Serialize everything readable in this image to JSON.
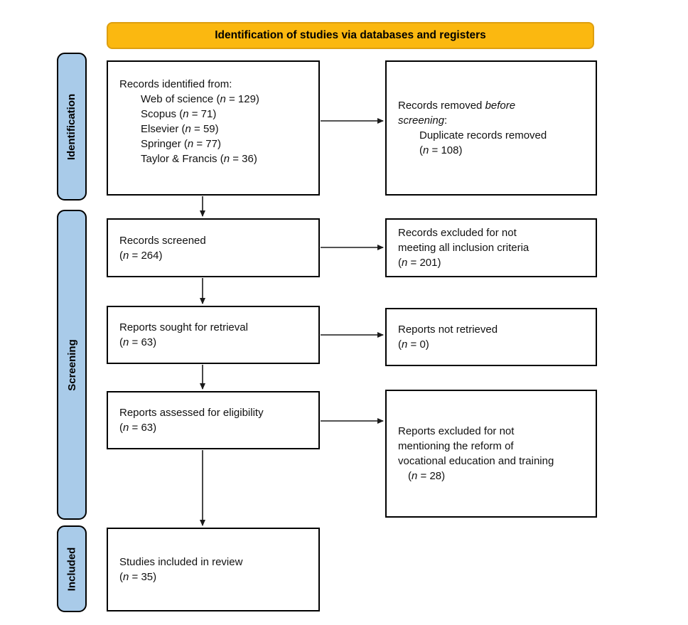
{
  "title": "Identification of studies via databases and registers",
  "colors": {
    "title_fill": "#FBB810",
    "title_border": "#DE9F10",
    "stage_label_fill": "#A9CBE9",
    "box_border": "#000000",
    "arrow": "#1a1a1a"
  },
  "stage_labels": {
    "identification": "Identification",
    "screening": "Screening",
    "included": "Included"
  },
  "boxes": {
    "records_identified": {
      "lines": [
        {
          "indent": 0,
          "segments": [
            {
              "t": "Records identified from:"
            }
          ]
        },
        {
          "indent": 1,
          "segments": [
            {
              "t": "Web of science ("
            },
            {
              "t": "n",
              "i": true
            },
            {
              "t": " = 129)"
            }
          ]
        },
        {
          "indent": 1,
          "segments": [
            {
              "t": "Scopus ("
            },
            {
              "t": "n",
              "i": true
            },
            {
              "t": " = 71)"
            }
          ]
        },
        {
          "indent": 1,
          "segments": [
            {
              "t": "Elsevier ("
            },
            {
              "t": "n",
              "i": true
            },
            {
              "t": " = 59)"
            }
          ]
        },
        {
          "indent": 1,
          "segments": [
            {
              "t": "Springer ("
            },
            {
              "t": "n",
              "i": true
            },
            {
              "t": " = 77)"
            }
          ]
        },
        {
          "indent": 1,
          "segments": [
            {
              "t": "Taylor & Francis ("
            },
            {
              "t": "n",
              "i": true
            },
            {
              "t": " = 36)"
            }
          ]
        }
      ]
    },
    "records_removed": {
      "lines": [
        {
          "indent": 0,
          "segments": [
            {
              "t": "Records removed "
            },
            {
              "t": "before",
              "i": true
            }
          ]
        },
        {
          "indent": 0,
          "segments": [
            {
              "t": "screening",
              "i": true
            },
            {
              "t": ":"
            }
          ]
        },
        {
          "indent": 1,
          "segments": [
            {
              "t": "Duplicate records removed"
            }
          ]
        },
        {
          "indent": 1,
          "segments": [
            {
              "t": "("
            },
            {
              "t": "n",
              "i": true
            },
            {
              "t": " = 108)"
            }
          ]
        }
      ]
    },
    "records_screened": {
      "lines": [
        {
          "indent": 0,
          "segments": [
            {
              "t": "Records screened"
            }
          ]
        },
        {
          "indent": 0,
          "segments": [
            {
              "t": "("
            },
            {
              "t": "n",
              "i": true
            },
            {
              "t": " = 264)"
            }
          ]
        }
      ]
    },
    "records_excluded": {
      "lines": [
        {
          "indent": 0,
          "segments": [
            {
              "t": "Records excluded for not"
            }
          ]
        },
        {
          "indent": 0,
          "segments": [
            {
              "t": "meeting all inclusion criteria"
            }
          ]
        },
        {
          "indent": 0,
          "segments": [
            {
              "t": "("
            },
            {
              "t": "n",
              "i": true
            },
            {
              "t": " = 201)"
            }
          ]
        }
      ]
    },
    "reports_sought": {
      "lines": [
        {
          "indent": 0,
          "segments": [
            {
              "t": "Reports sought for retrieval"
            }
          ]
        },
        {
          "indent": 0,
          "segments": [
            {
              "t": "("
            },
            {
              "t": "n",
              "i": true
            },
            {
              "t": " = 63)"
            }
          ]
        }
      ]
    },
    "reports_not_retrieved": {
      "lines": [
        {
          "indent": 0,
          "segments": [
            {
              "t": "Reports not retrieved"
            }
          ]
        },
        {
          "indent": 0,
          "segments": [
            {
              "t": "("
            },
            {
              "t": "n",
              "i": true
            },
            {
              "t": " = 0)"
            }
          ]
        }
      ]
    },
    "reports_assessed": {
      "lines": [
        {
          "indent": 0,
          "segments": [
            {
              "t": "Reports assessed for eligibility"
            }
          ]
        },
        {
          "indent": 0,
          "segments": [
            {
              "t": "("
            },
            {
              "t": "n",
              "i": true
            },
            {
              "t": " = 63)"
            }
          ]
        }
      ]
    },
    "reports_excluded": {
      "lines": [
        {
          "indent": 0,
          "segments": [
            {
              "t": "Reports excluded for not"
            }
          ]
        },
        {
          "indent": 0,
          "segments": [
            {
              "t": "mentioning the reform of"
            }
          ]
        },
        {
          "indent": 0,
          "segments": [
            {
              "t": "vocational education and training"
            }
          ]
        },
        {
          "indent": 2,
          "segments": [
            {
              "t": "("
            },
            {
              "t": "n",
              "i": true
            },
            {
              "t": " = 28)"
            }
          ]
        }
      ]
    },
    "studies_included": {
      "lines": [
        {
          "indent": 0,
          "segments": [
            {
              "t": "Studies included in review"
            }
          ]
        },
        {
          "indent": 0,
          "segments": [
            {
              "t": "("
            },
            {
              "t": "n",
              "i": true
            },
            {
              "t": " = 35)"
            }
          ]
        }
      ]
    }
  }
}
